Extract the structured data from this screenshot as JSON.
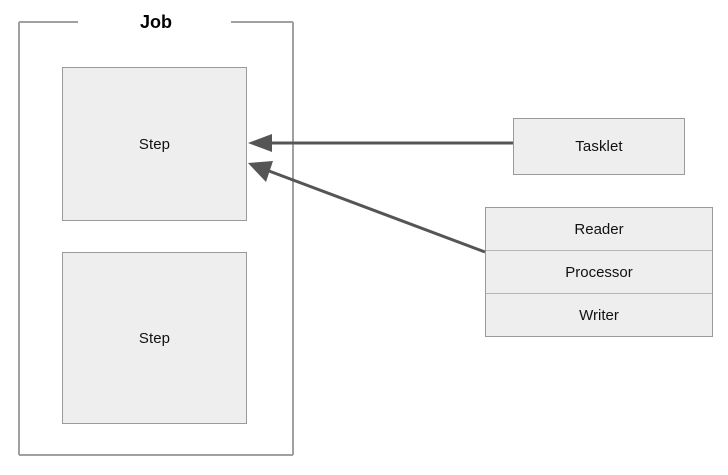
{
  "diagram": {
    "title": "Job",
    "colors": {
      "box_fill": "#eeeeee",
      "box_border": "#9a9a9a",
      "row_divider": "#b4b4b4",
      "arrow": "#555555",
      "container_border": "#a0a0a0",
      "text": "#111111",
      "background": "#ffffff"
    },
    "container": {
      "label": "Job",
      "name": "job-container"
    },
    "steps": [
      {
        "label": "Step"
      },
      {
        "label": "Step"
      }
    ],
    "tasklet": {
      "label": "Tasklet"
    },
    "chunk": {
      "rows": [
        {
          "label": "Reader"
        },
        {
          "label": "Processor"
        },
        {
          "label": "Writer"
        }
      ]
    },
    "connectors": [
      {
        "name": "tasklet-to-step",
        "from": "Tasklet",
        "to": "Step",
        "style": "straight-arrow"
      },
      {
        "name": "chunk-to-step",
        "from": "Reader/Processor/Writer",
        "to": "Step",
        "style": "diagonal-arrow"
      }
    ]
  }
}
